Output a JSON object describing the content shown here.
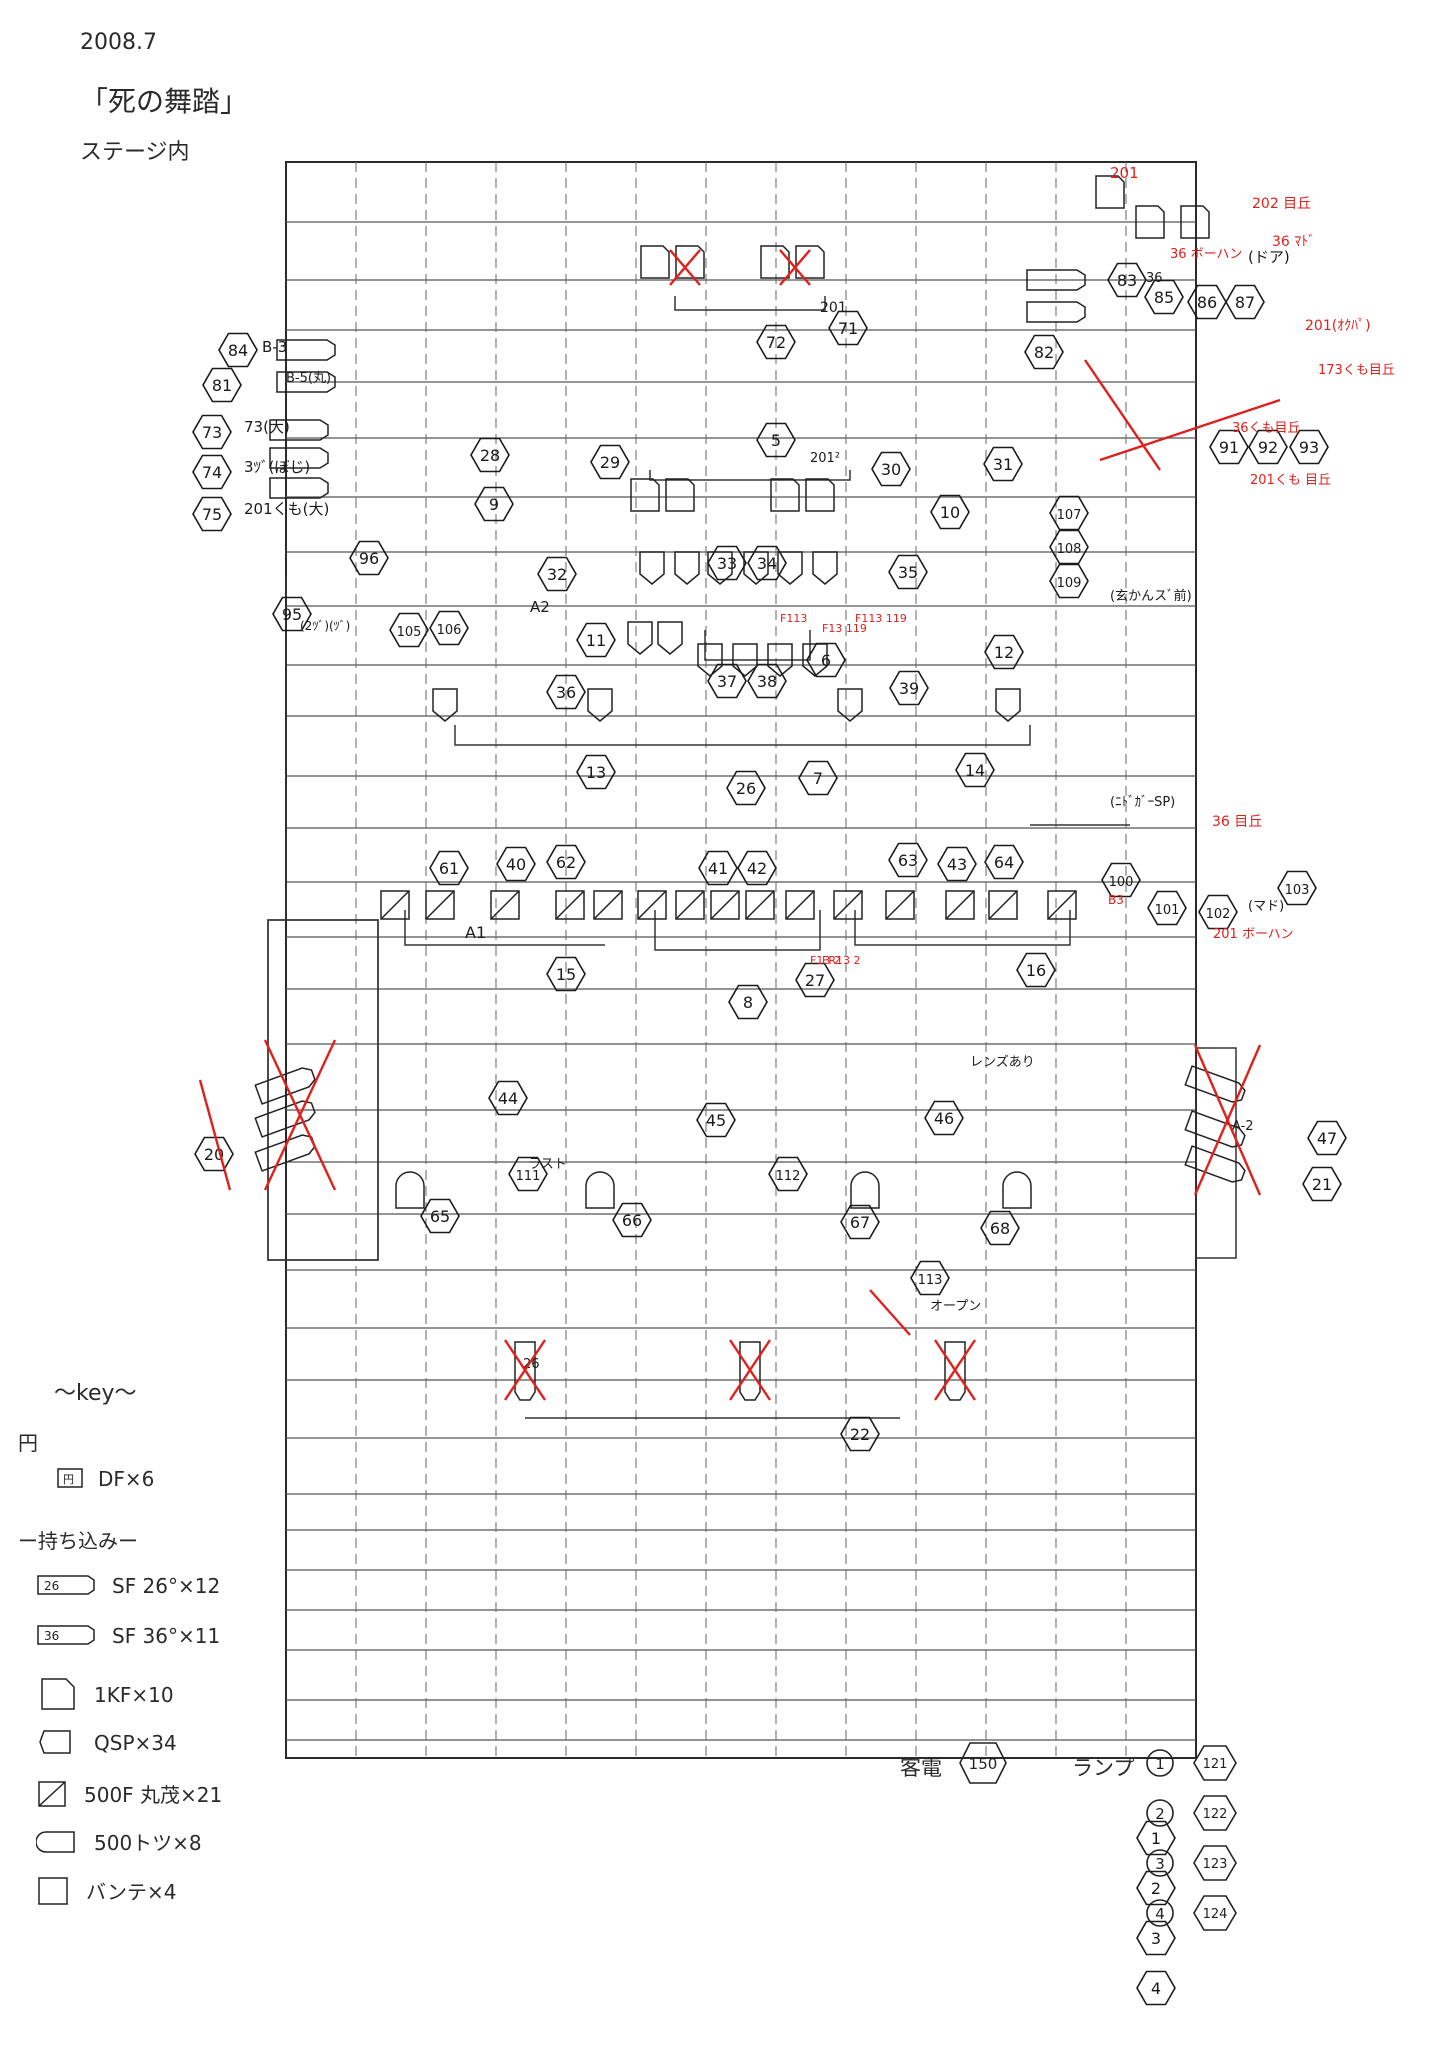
{
  "header": {
    "date": "2008.7",
    "title": "「死の舞踏」",
    "subtitle": "ステージ内"
  },
  "colors": {
    "ink": "#1a1a1a",
    "grid": "#3a3a3a",
    "grid_dashed": "#555555",
    "annotation_red": "#e0201c"
  },
  "plan": {
    "instruments": [
      {
        "num": "1"
      },
      {
        "num": "2"
      },
      {
        "num": "3"
      },
      {
        "num": "4"
      },
      {
        "num": "5"
      },
      {
        "num": "6"
      },
      {
        "num": "7"
      },
      {
        "num": "8"
      },
      {
        "num": "9"
      },
      {
        "num": "10"
      },
      {
        "num": "11"
      },
      {
        "num": "12"
      },
      {
        "num": "13"
      },
      {
        "num": "14"
      },
      {
        "num": "15"
      },
      {
        "num": "16"
      },
      {
        "num": "20"
      },
      {
        "num": "21"
      },
      {
        "num": "22"
      },
      {
        "num": "26"
      },
      {
        "num": "27"
      },
      {
        "num": "28"
      },
      {
        "num": "29"
      },
      {
        "num": "30"
      },
      {
        "num": "31"
      },
      {
        "num": "32"
      },
      {
        "num": "33"
      },
      {
        "num": "34"
      },
      {
        "num": "35"
      },
      {
        "num": "36"
      },
      {
        "num": "37"
      },
      {
        "num": "38"
      },
      {
        "num": "39"
      },
      {
        "num": "40"
      },
      {
        "num": "41"
      },
      {
        "num": "42"
      },
      {
        "num": "43"
      },
      {
        "num": "44"
      },
      {
        "num": "45"
      },
      {
        "num": "46"
      },
      {
        "num": "47"
      },
      {
        "num": "61"
      },
      {
        "num": "62"
      },
      {
        "num": "63"
      },
      {
        "num": "64"
      },
      {
        "num": "65"
      },
      {
        "num": "66"
      },
      {
        "num": "67"
      },
      {
        "num": "68"
      },
      {
        "num": "71"
      },
      {
        "num": "72"
      },
      {
        "num": "73"
      },
      {
        "num": "74"
      },
      {
        "num": "75"
      },
      {
        "num": "81"
      },
      {
        "num": "82"
      },
      {
        "num": "83"
      },
      {
        "num": "84"
      },
      {
        "num": "85"
      },
      {
        "num": "86"
      },
      {
        "num": "87"
      },
      {
        "num": "91"
      },
      {
        "num": "92"
      },
      {
        "num": "93"
      },
      {
        "num": "95"
      },
      {
        "num": "96"
      },
      {
        "num": "100"
      },
      {
        "num": "101"
      },
      {
        "num": "102"
      },
      {
        "num": "103"
      },
      {
        "num": "105"
      },
      {
        "num": "106"
      },
      {
        "num": "107"
      },
      {
        "num": "108"
      },
      {
        "num": "109"
      },
      {
        "num": "111"
      },
      {
        "num": "112"
      },
      {
        "num": "113"
      }
    ],
    "labels_black": [
      {
        "text": "B-3"
      },
      {
        "text": "B-5(丸)"
      },
      {
        "text": "73(大)"
      },
      {
        "text": "3ﾂﾞ(ぼじ)"
      },
      {
        "text": "201くも(大)"
      },
      {
        "text": "A2"
      },
      {
        "text": "A1"
      },
      {
        "text": "201"
      },
      {
        "text": "201²"
      },
      {
        "text": "(ドア)"
      },
      {
        "text": "(玄かんスﾞ前)"
      },
      {
        "text": "(ﾆﾄﾞｶﾞｰSP)"
      },
      {
        "text": "(マド)"
      },
      {
        "text": "ラスト"
      },
      {
        "text": "レンズあり"
      },
      {
        "text": "オープン"
      },
      {
        "text": "(2ﾂﾞ)(ﾂﾞ)"
      },
      {
        "text": "A-2"
      },
      {
        "text": "36"
      },
      {
        "text": "26"
      }
    ],
    "labels_red": [
      {
        "text": "201"
      },
      {
        "text": "36 ﾏﾄﾞ"
      },
      {
        "text": "202 目丘"
      },
      {
        "text": "36 ボーハン"
      },
      {
        "text": "201(ｵｸﾊﾟ)"
      },
      {
        "text": "173くも目丘"
      },
      {
        "text": "36くも目丘"
      },
      {
        "text": "201くも 目丘"
      },
      {
        "text": "36 目丘"
      },
      {
        "text": "201 ボーハン"
      },
      {
        "text": "F113 119"
      },
      {
        "text": "F113"
      },
      {
        "text": "F13 119"
      },
      {
        "text": "F13 2"
      },
      {
        "text": "FR13 2"
      },
      {
        "text": "B3"
      }
    ]
  },
  "key": {
    "title": "〜key〜",
    "section_in": "円",
    "in_items": [
      {
        "icon": "df-icon",
        "label": "DF×6"
      }
    ],
    "section_bring": "ー持ち込みー",
    "bring_items": [
      {
        "icon": "sf26-icon",
        "label": "SF 26°×12"
      },
      {
        "icon": "sf36-icon",
        "label": "SF 36°×11"
      },
      {
        "icon": "1kf-icon",
        "label": "1KF×10"
      },
      {
        "icon": "qsp-icon",
        "label": "QSP×34"
      },
      {
        "icon": "500f-icon",
        "label": "500F 丸茂×21"
      },
      {
        "icon": "500tots-icon",
        "label": "500トツ×8"
      },
      {
        "icon": "bantech-icon",
        "label": "バンテ×4"
      }
    ]
  },
  "footer": {
    "kyakuden_label": "客電",
    "kyakuden_num": "150",
    "lamp_label": "ランプ",
    "lamps": [
      {
        "circle": "1",
        "hex": "121"
      },
      {
        "circle": "2",
        "hex": "122"
      },
      {
        "circle": "3",
        "hex": "123"
      },
      {
        "circle": "4",
        "hex": "124"
      }
    ]
  }
}
